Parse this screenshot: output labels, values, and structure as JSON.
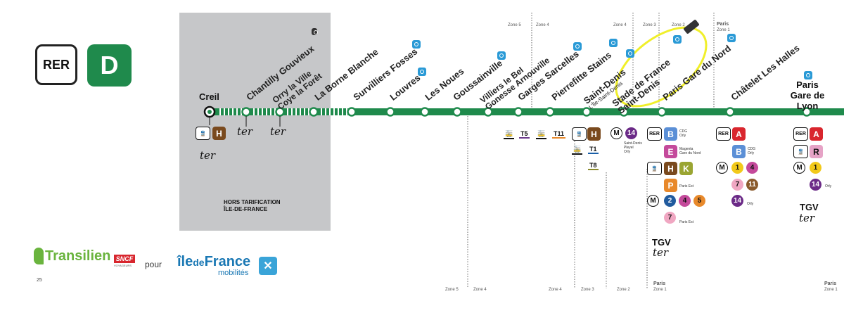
{
  "logos": {
    "rer_label": "RER",
    "line_letter": "D",
    "transilien": "Transilien",
    "sncf": "SNCF",
    "sncf_sub": "VOYAGEURS",
    "pour": "pour",
    "idfm_ile": "île",
    "idfm_de": "de",
    "idfm_france": "France",
    "idfm_mobilites": "mobilités",
    "page_number": "25"
  },
  "colors": {
    "line": "#1f8a4c",
    "rer_d": "#1f8a4c",
    "grey_zone": "#c6c7c9",
    "highlight": "#f0ef2a"
  },
  "grey_zone_label": [
    "HORS TARIFICATION",
    "ÎLE-DE-FRANCE"
  ],
  "zones_top": [
    "Zone 5",
    "Zone 4",
    "Zone 4",
    "Zone 3",
    "Zone 2",
    "Paris",
    "Zone 1"
  ],
  "zones_bottom": [
    "Zone 5",
    "Zone 4",
    "Zone 4",
    "Zone 3",
    "Zone 2",
    "Paris",
    "Zone 1",
    "Paris",
    "Zone 1"
  ],
  "stations": [
    {
      "name": "Creil"
    },
    {
      "name": "Chantilly Gouvieux"
    },
    {
      "name": "Orry la Ville",
      "name2": "Coye la Forêt"
    },
    {
      "name": "La Borne Blanche"
    },
    {
      "name": "Survilliers Fosses"
    },
    {
      "name": "Louvres"
    },
    {
      "name": "Les Noues"
    },
    {
      "name": "Goussainville"
    },
    {
      "name": "Villiers le Bel",
      "name2": "Gonesse Arnouville"
    },
    {
      "name": "Garges Sarcelles"
    },
    {
      "name": "Pierrefitte Stains"
    },
    {
      "name": "Saint-Denis",
      "name2": "L'Île-Saint-Denis"
    },
    {
      "name": "Stade de France",
      "name2": "Saint-Denis"
    },
    {
      "name": "Paris Gare du Nord"
    },
    {
      "name": "Châtelet Les Halles"
    },
    {
      "name": "Paris",
      "name2": "Gare de Lyon"
    }
  ],
  "connections": {
    "ter": "ter",
    "tgv": "TGV",
    "tram_t5": "T5",
    "tram_t11": "T11",
    "tram_t1": "T1",
    "tram_t8": "T8",
    "rer": "RER",
    "metro": "M",
    "bus_h": "H",
    "bus_k": "K",
    "bus_p": "P",
    "bus_r": "R",
    "rer_a": "A",
    "rer_b": "B",
    "rer_e": "E",
    "m14": "14",
    "m2": "2",
    "m4": "4",
    "m5": "5",
    "m7": "7",
    "m1": "1",
    "m11": "11",
    "cdg_orly": "CDG\nOrly",
    "orly": "Orly",
    "magenta": "Magenta\nGare du Nord",
    "paris_est": "Paris Est",
    "st_denis_pleyel": "Saint-Denis\nPleyel\nOrly"
  }
}
